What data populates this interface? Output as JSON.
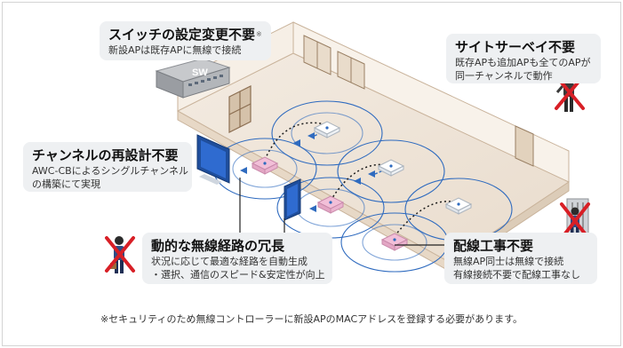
{
  "switch_label": "SW",
  "callouts": {
    "switch": {
      "title": "スイッチの設定変更不要",
      "mark": "※",
      "lines": [
        "新設APは既存APに無線で接続"
      ]
    },
    "survey": {
      "title": "サイトサーベイ不要",
      "lines": [
        "既存APも追加APも全てのAPが",
        "同一チャンネルで動作"
      ]
    },
    "channel": {
      "title": "チャンネルの再設計不要",
      "lines": [
        "AWC-CBによるシングルチャンネル",
        "の構築にて実現"
      ]
    },
    "route": {
      "title": "動的な無線経路の冗長",
      "lines": [
        "状況に応じて最適な経路を自動生成",
        "・選択、通信のスピード&安定性が向上"
      ]
    },
    "wiring": {
      "title": "配線工事不要",
      "lines": [
        "無線AP同士は無線で接続",
        "有線接続不要で配線工事なし"
      ]
    }
  },
  "footnote": "※セキュリティのため無線コントローラーに新設APのMACアドレスを登録する必要があります。",
  "colors": {
    "callout_bg": "#eef0f2",
    "wave": "#2f6bbf",
    "existing_ap": "#ffffff",
    "new_ap": "#f2bfd8",
    "cross": "#d81f26",
    "floor": "#efe5d9",
    "wall": "#f6efe6"
  },
  "icons": [
    "network-switch-icon",
    "access-point-icon",
    "monitor-icon",
    "worker-icon",
    "cross-mark-icon"
  ]
}
